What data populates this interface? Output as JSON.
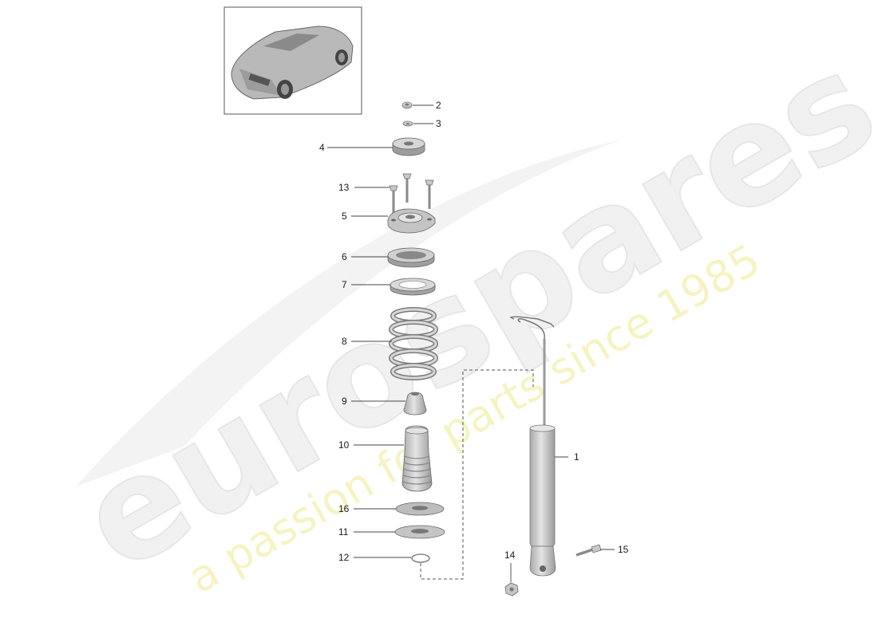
{
  "watermark": {
    "brand": "eurospares",
    "tagline": "a passion for parts since 1985"
  },
  "thumbnail": {
    "icon": "car-rear-three-quarter-icon"
  },
  "callouts": {
    "part_1": "1",
    "part_2": "2",
    "part_3": "3",
    "part_4": "4",
    "part_5": "5",
    "part_6": "6",
    "part_7": "7",
    "part_8": "8",
    "part_9": "9",
    "part_10": "10",
    "part_11": "11",
    "part_12": "12",
    "part_13": "13",
    "part_14": "14",
    "part_15": "15",
    "part_16": "16"
  },
  "colors": {
    "part_fill": "#cfcfcf",
    "part_stroke": "#777777",
    "leader": "#444444",
    "watermark_brand": "#f1f1f1",
    "watermark_tagline": "#f4f0b0"
  }
}
